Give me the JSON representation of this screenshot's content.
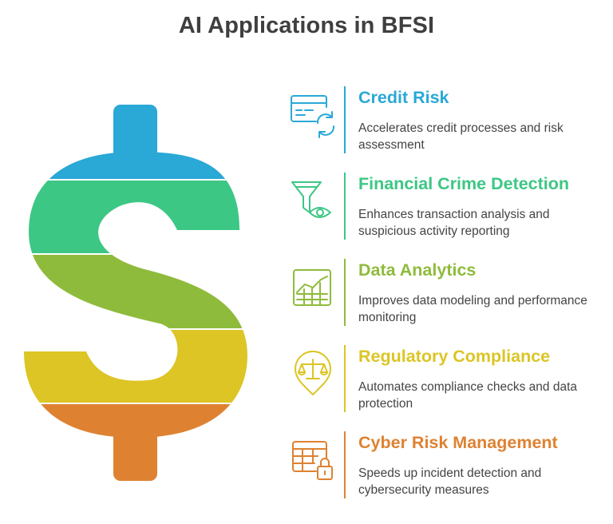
{
  "title": "AI Applications in BFSI",
  "colors": {
    "credit_risk": "#2aa8d6",
    "financial_crime": "#3cc784",
    "data_analytics": "#8fbb3c",
    "regulatory": "#dcc524",
    "cyber_risk": "#de8232",
    "text": "#444444",
    "title": "#3f3f3f"
  },
  "items": [
    {
      "heading": "Credit Risk",
      "description": "Accelerates credit processes and risk assessment",
      "icon": "credit-card-refresh-icon",
      "color": "#2aa8d6"
    },
    {
      "heading": "Financial Crime Detection",
      "description": "Enhances transaction analysis and suspicious activity reporting",
      "icon": "funnel-eye-icon",
      "color": "#3cc784"
    },
    {
      "heading": "Data Analytics",
      "description": "Improves data modeling and performance monitoring",
      "icon": "chart-grid-icon",
      "color": "#8fbb3c"
    },
    {
      "heading": "Regulatory Compliance",
      "description": "Automates compliance checks and data protection",
      "icon": "scales-pin-icon",
      "color": "#dcc524"
    },
    {
      "heading": "Cyber Risk Management",
      "description": "Speeds up incident detection and cybersecurity measures",
      "icon": "table-lock-icon",
      "color": "#de8232"
    }
  ]
}
